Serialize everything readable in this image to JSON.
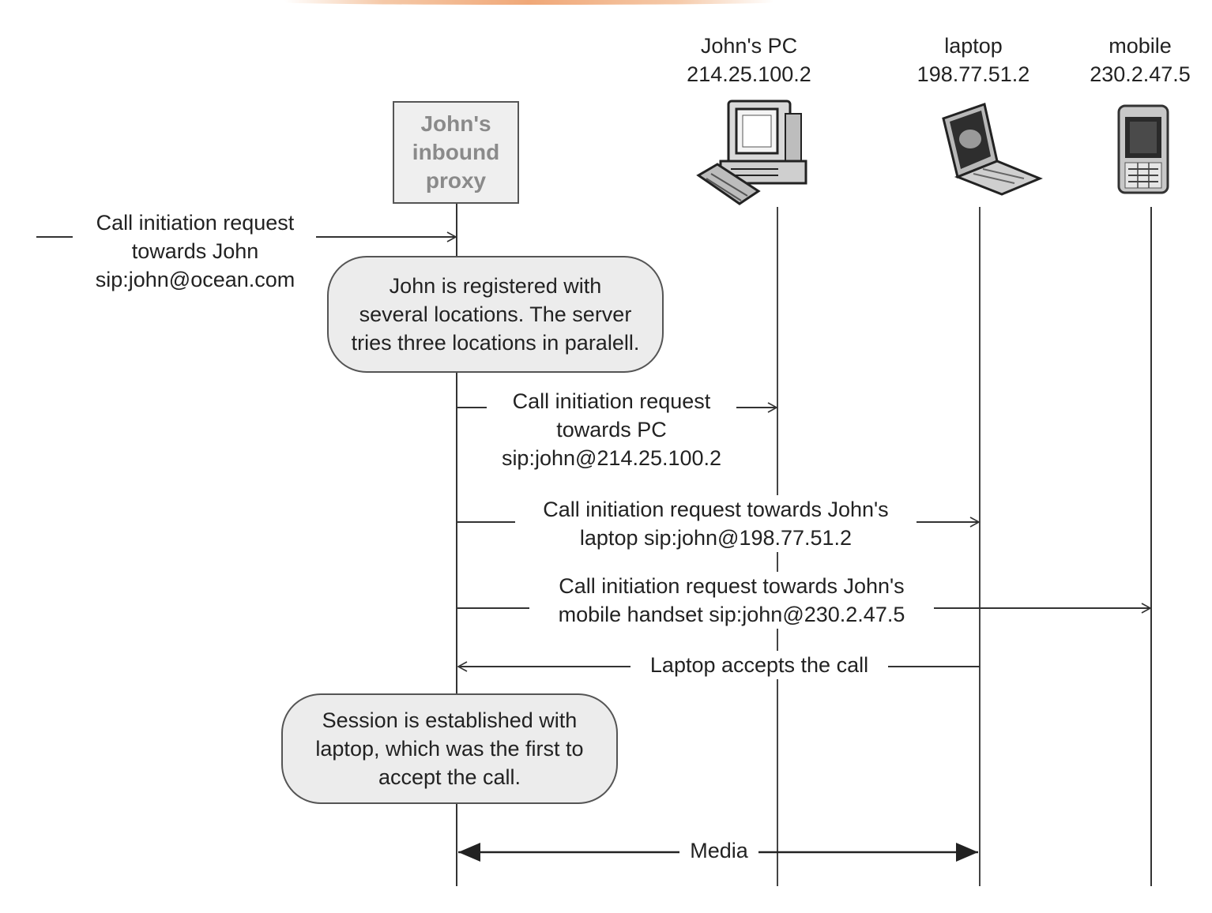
{
  "participants": {
    "proxy": {
      "line1": "John's",
      "line2": "inbound",
      "line3": "proxy"
    },
    "pc": {
      "name": "John's PC",
      "ip": "214.25.100.2",
      "icon": "desktop-pc-icon"
    },
    "laptop": {
      "name": "laptop",
      "ip": "198.77.51.2",
      "icon": "laptop-icon"
    },
    "mobile": {
      "name": "mobile",
      "ip": "230.2.47.5",
      "icon": "mobile-phone-icon"
    }
  },
  "messages": {
    "incoming": {
      "line1": "Call initiation request",
      "line2": "towards John",
      "line3": "sip:john@ocean.com"
    },
    "to_pc": {
      "line1": "Call initiation request",
      "line2": "towards PC",
      "line3": "sip:john@214.25.100.2"
    },
    "to_laptop": {
      "line1": "Call initiation request towards John's",
      "line2": "laptop sip:john@198.77.51.2"
    },
    "to_mobile": {
      "line1": "Call initiation request towards John's",
      "line2": "mobile handset sip:john@230.2.47.5"
    },
    "laptop_accepts": {
      "line1": "Laptop accepts the call"
    },
    "media": {
      "line1": "Media"
    }
  },
  "notes": {
    "registered": {
      "line1": "John is registered with",
      "line2": "several locations. The server",
      "line3": "tries three locations in paralell."
    },
    "session": {
      "line1": "Session is established with",
      "line2": "laptop, which was the first to",
      "line3": "accept the call."
    }
  },
  "colors": {
    "line": "#333333",
    "box_fill": "#efefef",
    "note_fill": "#ececec",
    "proxy_text": "#8a8a8a"
  }
}
